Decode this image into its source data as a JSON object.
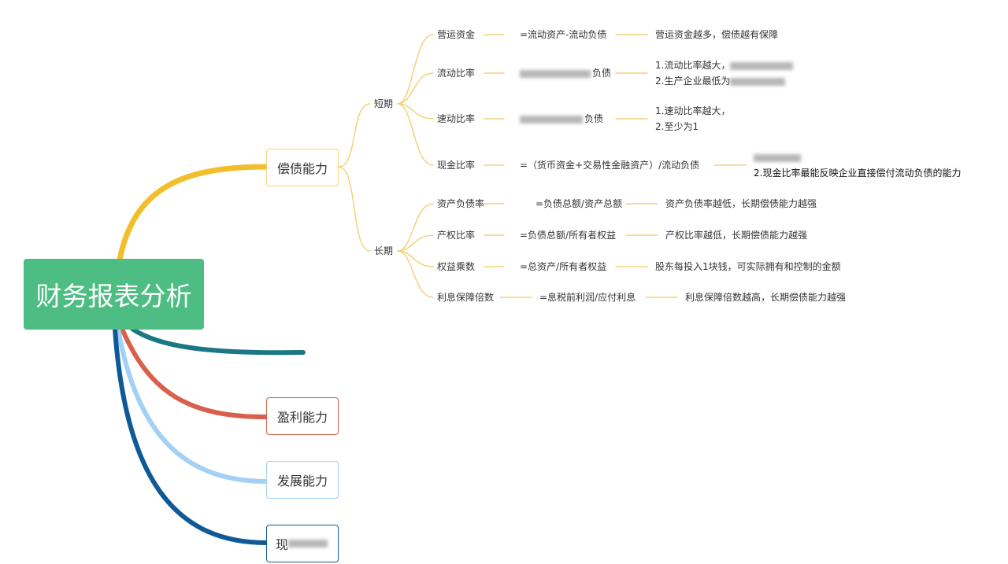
{
  "root": {
    "label": "财务报表分析",
    "color": "#4dbd84"
  },
  "branches": [
    {
      "label": "偿债能力",
      "color": "#f2bf2a"
    },
    {
      "label": "",
      "color": "#1b7685"
    },
    {
      "label": "盈利能力",
      "color": "#d9604c"
    },
    {
      "label": "发展能力",
      "color": "#a3d0f5"
    },
    {
      "label": "现",
      "color": "#0f5a96"
    }
  ],
  "solvency": {
    "short_term": {
      "label": "短期",
      "items": [
        {
          "name": "营运资金",
          "formula": "=流动资产-流动负债",
          "notes": [
            "营运资金越多，偿债越有保障"
          ]
        },
        {
          "name": "流动比率",
          "formula": "负债",
          "notes": [
            "1.流动比率越大，",
            "2.生产企业最低为"
          ]
        },
        {
          "name": "速动比率",
          "formula": "负债",
          "notes": [
            "1.速动比率越大，",
            "2.至少为1"
          ]
        },
        {
          "name": "现金比率",
          "formula": "=（货币资金+交易性金融资产）/流动负债",
          "notes": [
            "",
            "2.现金比率最能反映企业直接偿付流动负债的能力"
          ]
        }
      ]
    },
    "long_term": {
      "label": "长期",
      "items": [
        {
          "name": "资产负债率",
          "formula": "=负债总额/资产总额",
          "notes": [
            "资产负债率越低，长期偿债能力越强"
          ]
        },
        {
          "name": "产权比率",
          "formula": "=负债总额/所有者权益",
          "notes": [
            "产权比率越低，长期偿债能力越强"
          ]
        },
        {
          "name": "权益乘数",
          "formula": "=总资产/所有者权益",
          "notes": [
            "股东每投入1块钱，可实际拥有和控制的金额"
          ]
        },
        {
          "name": "利息保障倍数",
          "formula": "=息税前利润/应付利息",
          "notes": [
            "利息保障倍数越高，长期偿债能力越强"
          ]
        }
      ]
    }
  },
  "line_color": "#f2d27a"
}
